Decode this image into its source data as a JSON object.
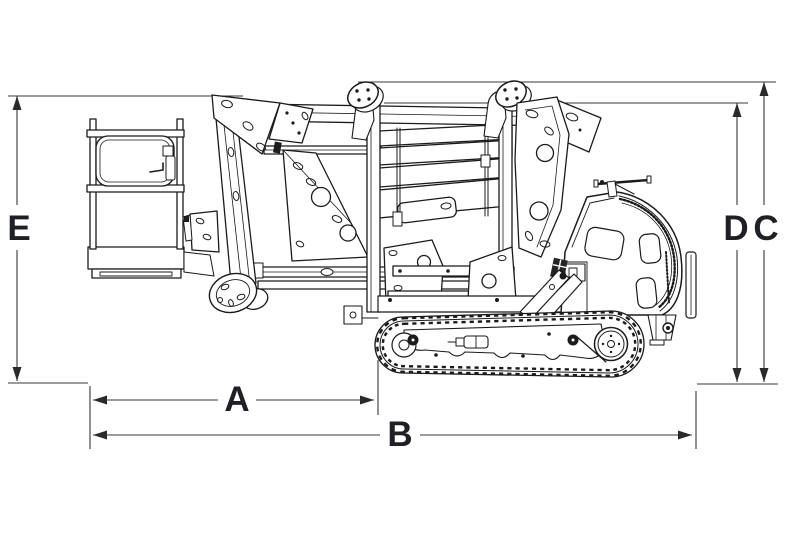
{
  "diagram": {
    "subject": "tracked-spider-lift-stowed-side-view",
    "colors": {
      "background": "#ffffff",
      "machine_line": "#1b1b1b",
      "dimension_line": "#3a3a3a",
      "label": "#1e2025"
    },
    "dimensions": {
      "E": {
        "label": "E",
        "orientation": "vertical",
        "position": "left-overall-height"
      },
      "A": {
        "label": "A",
        "orientation": "horizontal",
        "position": "bottom-basket-to-track"
      },
      "B": {
        "label": "B",
        "orientation": "horizontal",
        "position": "bottom-overall-length"
      },
      "D": {
        "label": "D",
        "orientation": "vertical",
        "position": "right-inner-height"
      },
      "C": {
        "label": "C",
        "orientation": "vertical",
        "position": "right-outer-overall-height"
      }
    }
  }
}
